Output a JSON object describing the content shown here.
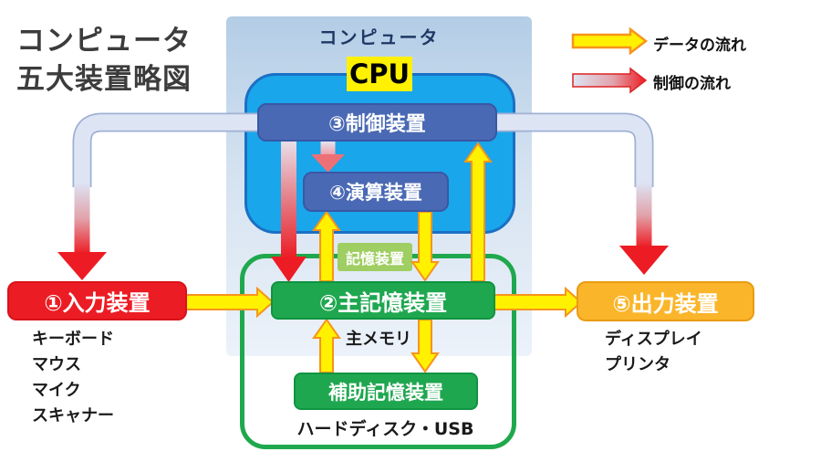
{
  "title": {
    "line1": "コンピュータ",
    "line2": "五大装置略図"
  },
  "computer": {
    "label": "コンピュータ",
    "cpu": "CPU"
  },
  "units": {
    "control": {
      "label": "③制御装置"
    },
    "alu": {
      "label": "④演算装置"
    },
    "storage_group": {
      "label": "記憶装置"
    },
    "main_memory": {
      "label": "②主記憶装置",
      "sublabel": "主メモリ"
    },
    "aux_memory": {
      "label": "補助記憶装置",
      "sublabel": "ハードディスク・USB"
    },
    "input": {
      "label": "①入力装置",
      "examples": [
        "キーボード",
        "マウス",
        "マイク",
        "スキャナー"
      ]
    },
    "output": {
      "label": "⑤出力装置",
      "examples": [
        "ディスプレイ",
        "プリンタ"
      ]
    }
  },
  "legend": {
    "data_flow": "データの流れ",
    "control_flow": "制御の流れ"
  },
  "colors": {
    "data_arrow_yellow": "#FFF100",
    "data_arrow_outline": "#F7941D",
    "control_arrow_red": "#ED1C24",
    "control_arrow_light": "#DCE4F4",
    "cpu_blue": "#19A6EA",
    "cpu_border": "#1A70C4",
    "unit_blue": "#4A69B4",
    "unit_green": "#1FA750",
    "storage_border_green": "#1FA84D",
    "storage_tag_green": "#9FCE63",
    "input_red": "#EC1C24",
    "output_amber": "#FBB52A",
    "container_blue_top": "#B3CDE6",
    "container_blue_bottom": "#ECF2FA",
    "computer_label_navy": "#1F3864",
    "cpu_tag_yellow": "#FFF100",
    "title_gray": "#3C3C3C"
  }
}
